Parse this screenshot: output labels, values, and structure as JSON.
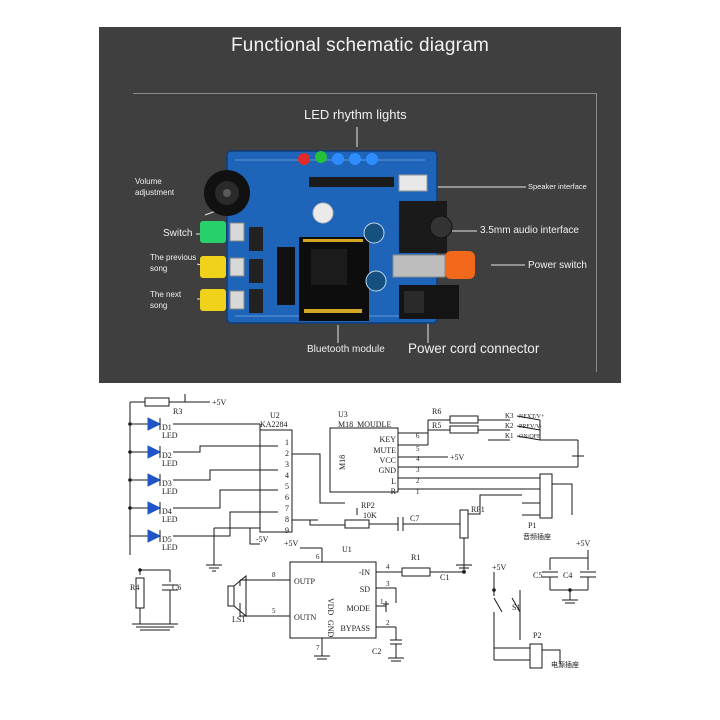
{
  "photo": {
    "title": "Functional schematic diagram",
    "labels": {
      "led": "LED rhythm lights",
      "volume": [
        "Volume",
        "adjustment"
      ],
      "switch": "Switch",
      "prev": [
        "The previous",
        "song"
      ],
      "next": [
        "The next",
        "song"
      ],
      "bluetooth": "Bluetooth module",
      "power_cord": "Power cord connector",
      "speaker": "Speaker interface",
      "audio": "3.5mm audio interface",
      "power_switch": "Power switch"
    }
  },
  "schematic": {
    "rails": {
      "vcc_top": "+5V",
      "vcc_u3": "+5V",
      "vcc_u1": "+5V",
      "vcc_rp": "-5V",
      "vcc_cap": "+5V",
      "vcc_s1": "+5V"
    },
    "resistors": {
      "r3": "R3",
      "r6": "R6",
      "r5": "R5",
      "r1": "R1",
      "r4": "R4",
      "rp2": "RP2",
      "rp2_val": "10K",
      "rp1": "RP1"
    },
    "leds": [
      {
        "ref": "D1",
        "type": "LED"
      },
      {
        "ref": "D2",
        "type": "LED"
      },
      {
        "ref": "D3",
        "type": "LED"
      },
      {
        "ref": "D4",
        "type": "LED"
      },
      {
        "ref": "D5",
        "type": "LED"
      }
    ],
    "u2": {
      "ref": "U2",
      "part": "KA2284",
      "pins": [
        "1",
        "2",
        "3",
        "4",
        "5",
        "6",
        "7",
        "8",
        "9"
      ]
    },
    "u3": {
      "ref": "U3",
      "part": "M18_MOUDLE",
      "body": "M18",
      "pins": [
        {
          "name": "KEY",
          "num": "6"
        },
        {
          "name": "MUTE",
          "num": "5"
        },
        {
          "name": "VCC",
          "num": "4"
        },
        {
          "name": "GND",
          "num": "3"
        },
        {
          "name": "L",
          "num": "2"
        },
        {
          "name": "R",
          "num": "1"
        }
      ]
    },
    "keys": [
      {
        "ref": "K3",
        "label": "NEXT/V+"
      },
      {
        "ref": "K2",
        "label": "PREV/V-"
      },
      {
        "ref": "K1",
        "label": "ON/OFF"
      }
    ],
    "u1": {
      "ref": "U1",
      "vdd": "VDD",
      "gnd": "GND",
      "left": [
        {
          "name": "OUTP",
          "num": "8"
        },
        {
          "name": "OUTN",
          "num": "5"
        }
      ],
      "right": [
        {
          "name": "-IN",
          "num": "4"
        },
        {
          "name": "SD",
          "num": "3"
        },
        {
          "name": "MODE",
          "num": "1"
        },
        {
          "name": "BYPASS",
          "num": "2"
        }
      ],
      "top_num": "6",
      "bottom_num": "7"
    },
    "caps": {
      "c7": "C7",
      "c6": "C6",
      "c1": "C1",
      "c2": "C2",
      "c5": "C5",
      "c4": "C4"
    },
    "speaker": "LS1",
    "jack": {
      "ref": "P1",
      "label": "音频插座"
    },
    "switch": "S1",
    "power": {
      "ref": "P2",
      "label": "电源插座"
    }
  }
}
